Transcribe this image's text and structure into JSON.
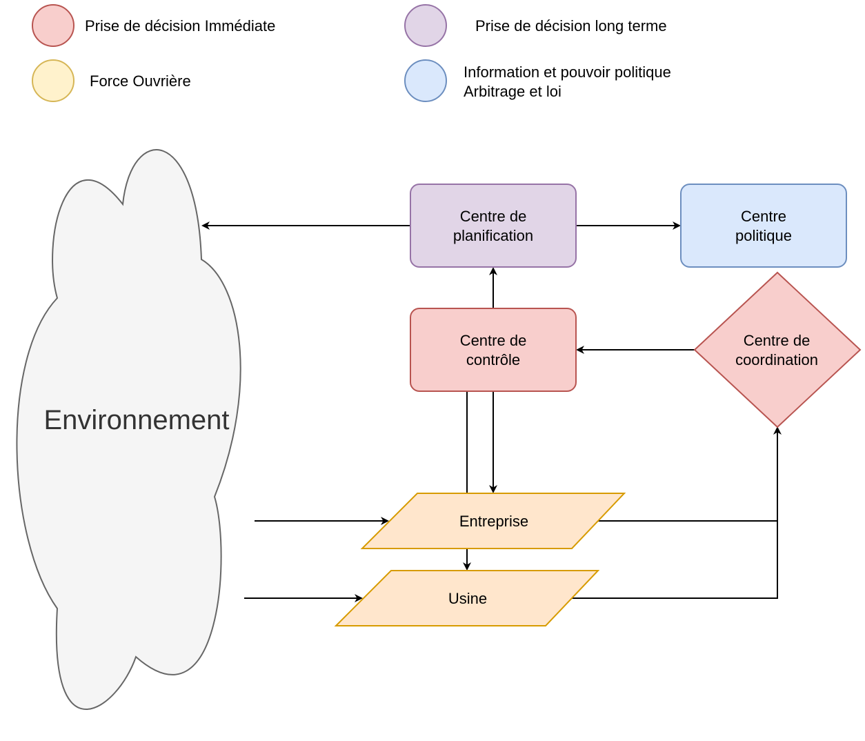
{
  "legend": [
    {
      "label_lines": [
        "Prise de décision Immédiate"
      ],
      "fill": "#f8cecc",
      "stroke": "#b85450"
    },
    {
      "label_lines": [
        "Prise de décision long terme"
      ],
      "fill": "#e1d5e7",
      "stroke": "#9673a6"
    },
    {
      "label_lines": [
        "Force Ouvrière"
      ],
      "fill": "#fff2cc",
      "stroke": "#d6b656"
    },
    {
      "label_lines": [
        "Information et pouvoir politique",
        "Arbitrage et loi"
      ],
      "fill": "#dae8fc",
      "stroke": "#6c8ebf"
    }
  ],
  "environment": {
    "label": "Environnement",
    "fill": "#f5f5f5",
    "stroke": "#666666"
  },
  "nodes": {
    "planification": {
      "lines": [
        "Centre de",
        "planification"
      ],
      "fill": "#e1d5e7",
      "stroke": "#9673a6"
    },
    "politique": {
      "lines": [
        "Centre",
        "politique"
      ],
      "fill": "#dae8fc",
      "stroke": "#6c8ebf"
    },
    "controle": {
      "lines": [
        "Centre de",
        "contrôle"
      ],
      "fill": "#f8cecc",
      "stroke": "#b85450"
    },
    "coordination": {
      "lines": [
        "Centre de",
        "coordination"
      ],
      "fill": "#f8cecc",
      "stroke": "#b85450"
    },
    "entreprise": {
      "lines": [
        "Entreprise"
      ],
      "fill": "#ffe6cc",
      "stroke": "#d79b00"
    },
    "usine": {
      "lines": [
        "Usine"
      ],
      "fill": "#ffe6cc",
      "stroke": "#d79b00"
    }
  }
}
